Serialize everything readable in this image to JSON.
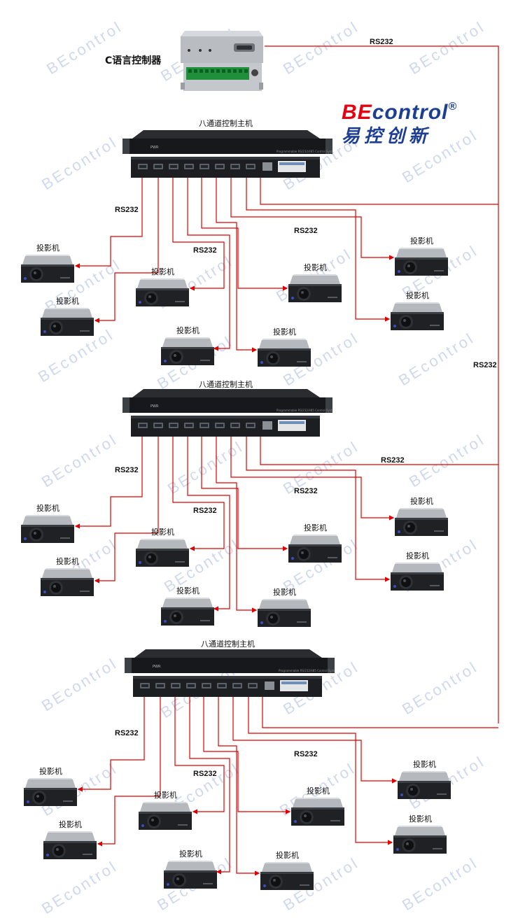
{
  "controller": {
    "label": "C语言控制器"
  },
  "host_label": "八通道控制主机",
  "projector_label": "投影机",
  "rs232": "RS232",
  "logo": {
    "brand_be": "BE",
    "brand_rest": "control",
    "reg": "®",
    "slogan": "易控创新"
  },
  "watermark": "BEcontrol",
  "colors": {
    "wire": "#e00000",
    "brand_red": "#e60012",
    "brand_blue": "#1d3e93"
  }
}
